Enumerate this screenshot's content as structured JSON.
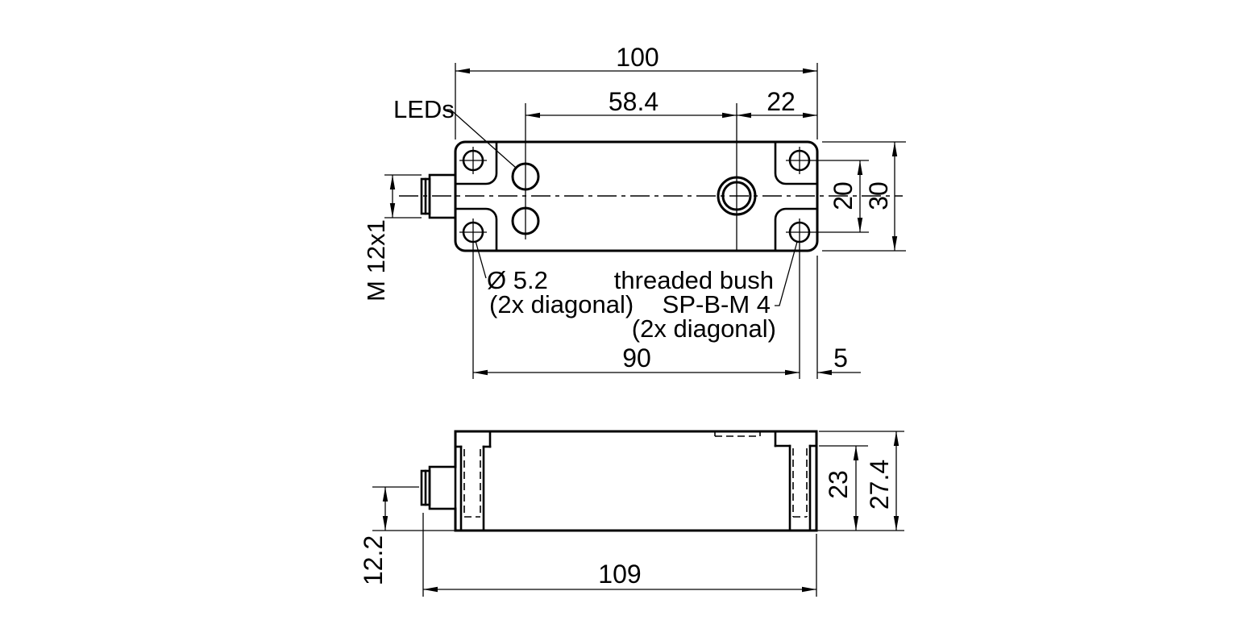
{
  "top_view": {
    "dim_length_total": "100",
    "dim_led_to_bush": "58.4",
    "dim_bush_to_edge": "22",
    "dim_hole_vertical_spacing": "20",
    "dim_body_width": "30",
    "dim_hole_horizontal_spacing": "90",
    "dim_hole_edge_offset": "5",
    "label_leds": "LEDs",
    "label_connector_thread": "M 12x1",
    "label_hole_diameter": "Ø 5.2",
    "label_hole_note": "(2x diagonal)",
    "label_bush_line1": "threaded bush",
    "label_bush_line2": "SP-B-M 4",
    "label_bush_line3": "(2x diagonal)"
  },
  "side_view": {
    "dim_connector_axis_height": "12.2",
    "dim_length_with_connector": "109",
    "dim_bush_depth": "23",
    "dim_height_total": "27.4"
  },
  "colors": {
    "line": "#000000",
    "background": "#ffffff"
  }
}
